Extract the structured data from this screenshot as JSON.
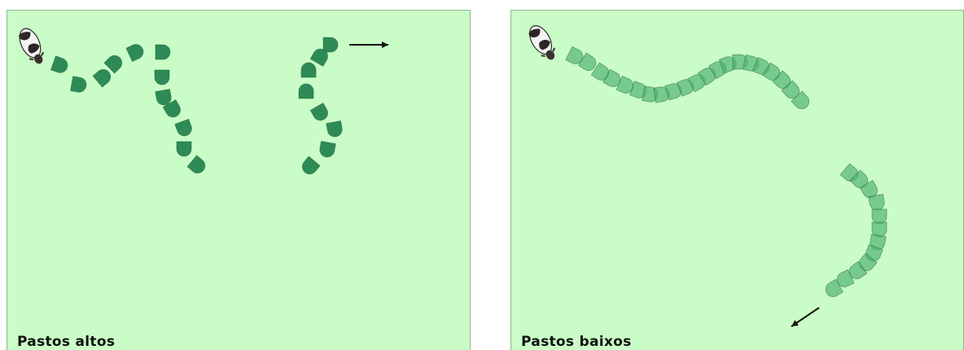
{
  "panels": [
    {
      "caption": "Pastos altos",
      "bite_color": "#2e8b57",
      "bite_opacity": 1.0
    },
    {
      "caption": "Pastos baixos",
      "bite_color": "#4caf6e",
      "bite_opacity": 0.65
    }
  ],
  "icons": {
    "animal": "grazing-cow-icon",
    "arrow": "direction-arrow-icon",
    "bite": "grass-bite-icon"
  }
}
